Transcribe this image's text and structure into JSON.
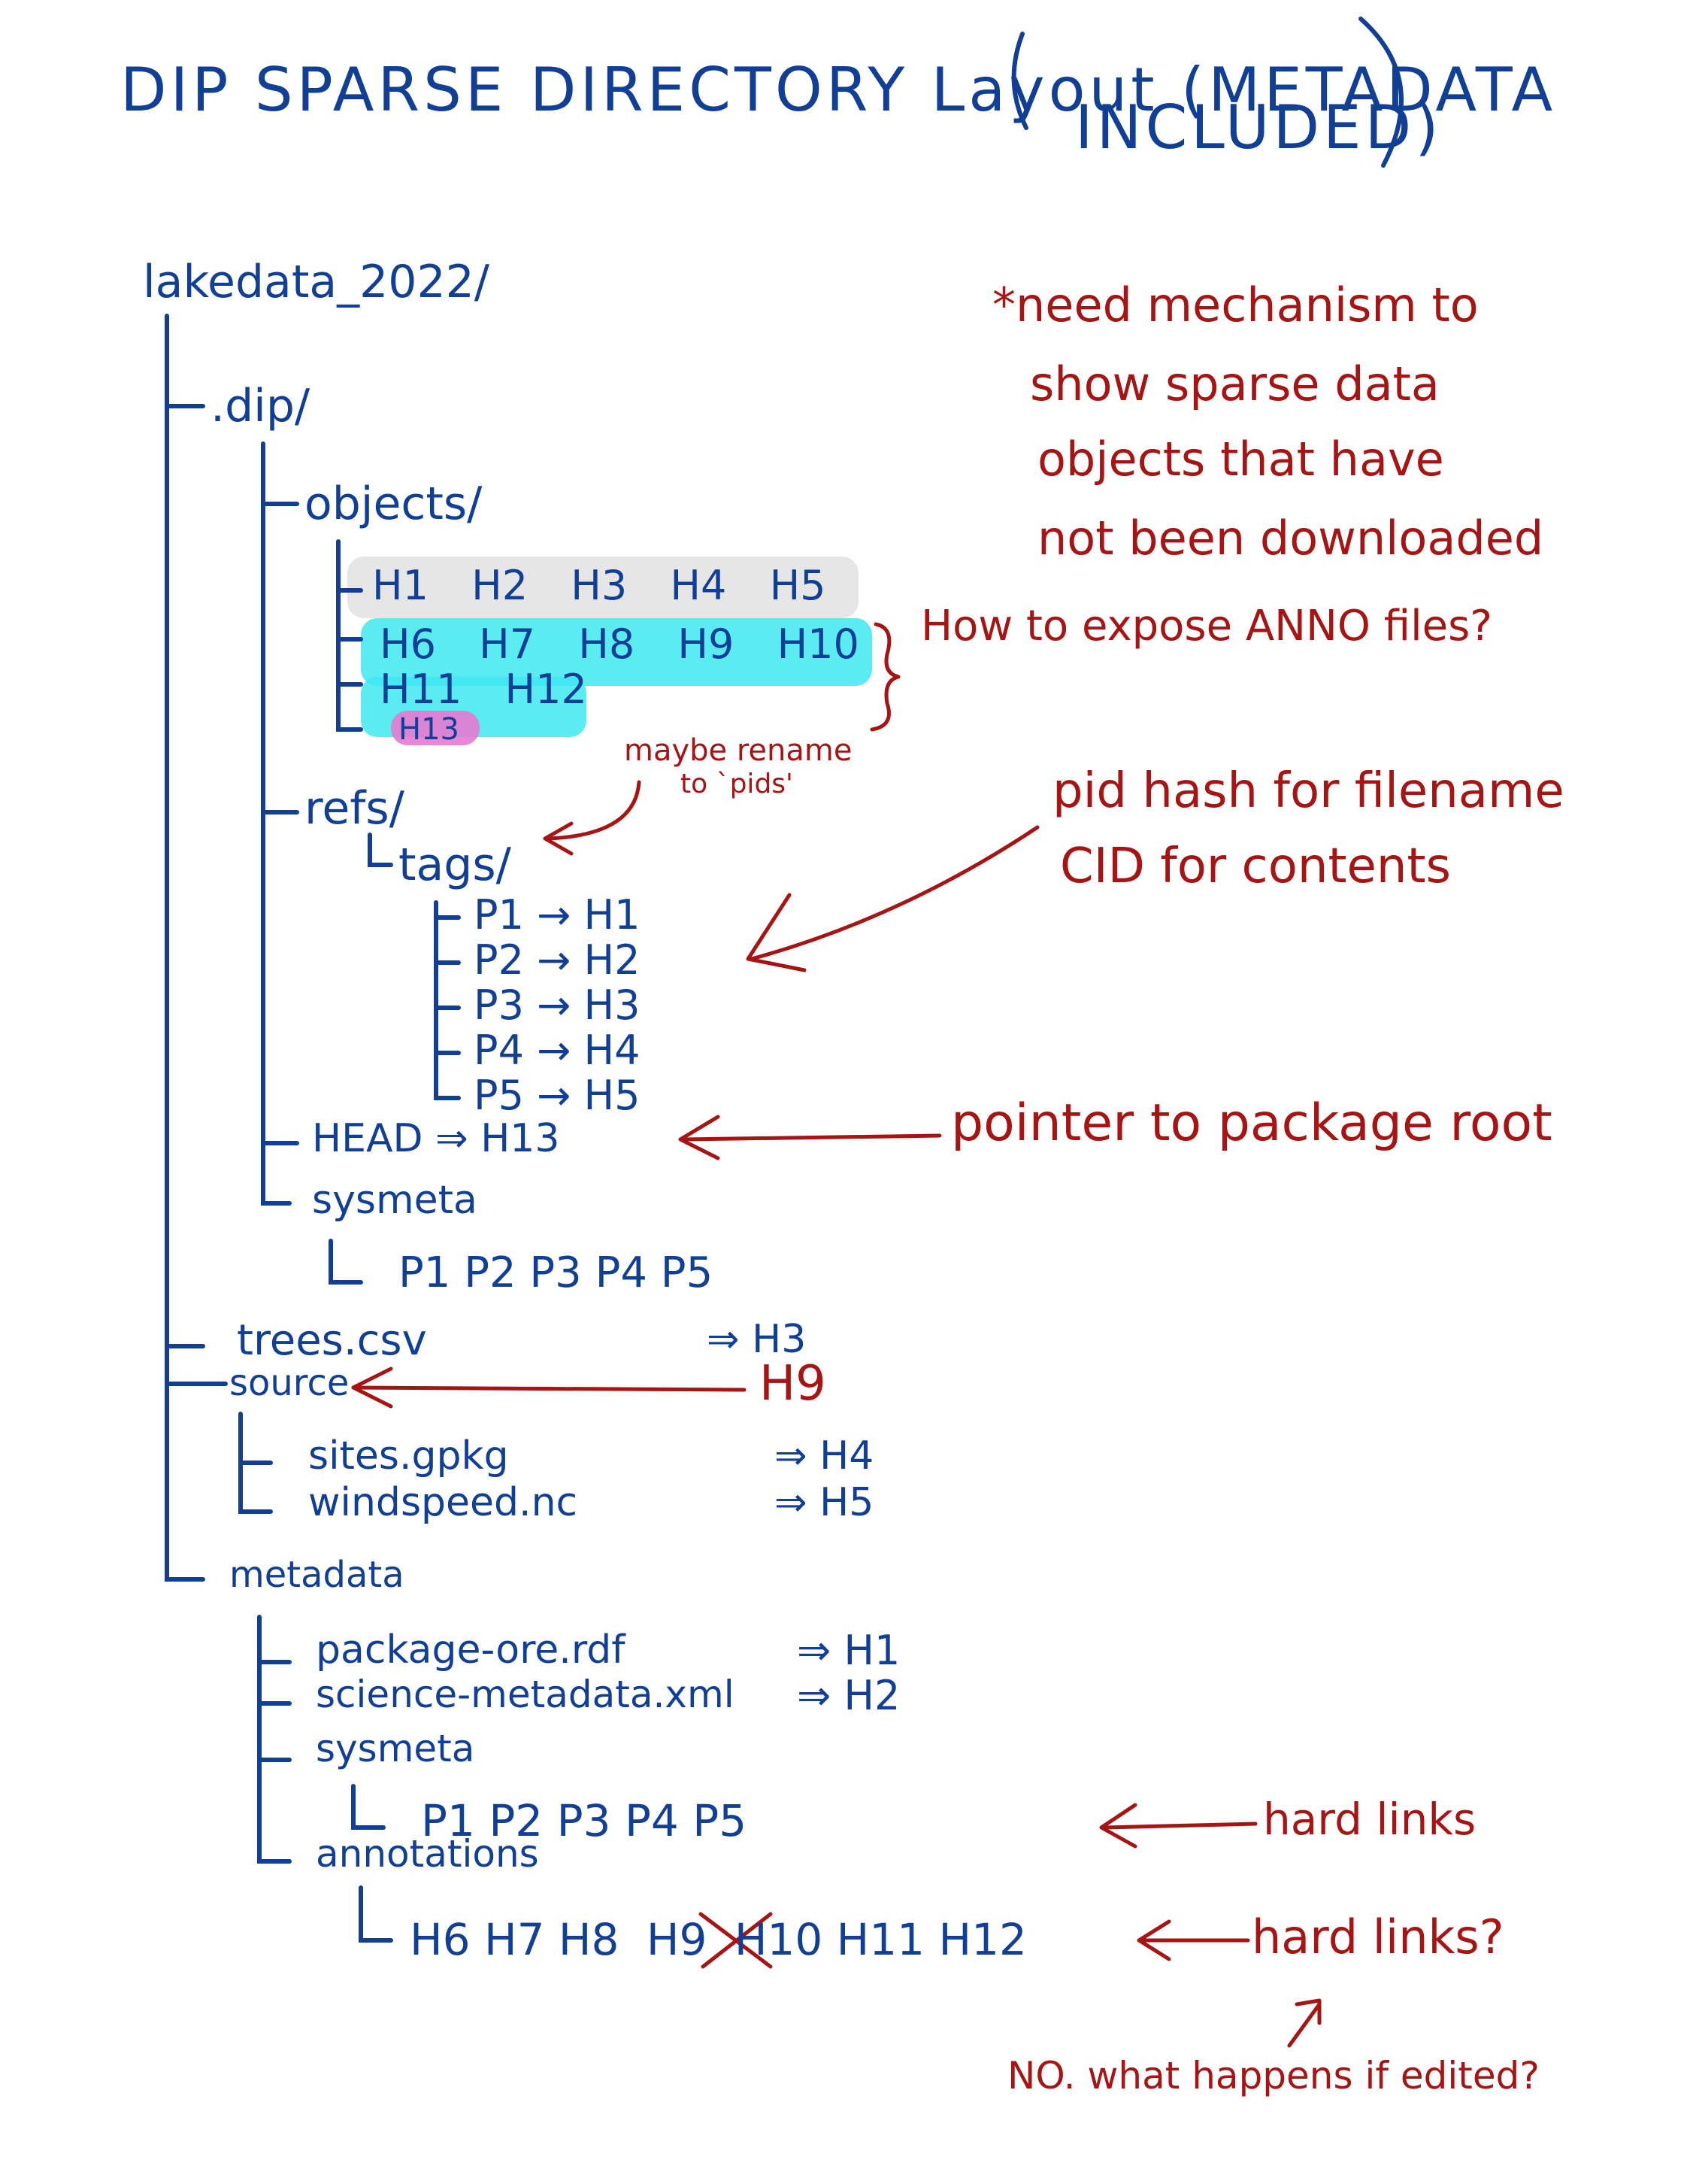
{
  "title": {
    "line1": "DIP SPARSE DIRECTORY Layout (METADATA",
    "line2": "INCLUDED)"
  },
  "colors": {
    "ink_blue": "#123f96",
    "ink_red": "#a61414",
    "hl_gray": "#e6e6e6",
    "hl_cyan": "#3ee9f0",
    "hl_pink": "#e77ad2"
  },
  "tree": {
    "root": "lakedata_2022/",
    "dip": ".dip/",
    "objects": "objects/",
    "objects_rows": [
      [
        "H1",
        "H2",
        "H3",
        "H4",
        "H5"
      ],
      [
        "H6",
        "H7",
        "H8",
        "H9",
        "H10"
      ],
      [
        "H11",
        "H12"
      ],
      [
        "H13"
      ]
    ],
    "refs": "refs/",
    "tags": "tags/",
    "tag_map": [
      "P1 → H1",
      "P2 → H2",
      "P3 → H3",
      "P4 → H4",
      "P5 → H5"
    ],
    "head": "HEAD ⇒ H13",
    "dip_sysmeta": "sysmeta",
    "dip_sysmeta_items": "P1  P2  P3  P4  P5",
    "trees": "trees.csv",
    "trees_target": "⇒ H3",
    "source": "source",
    "source_target": "H9",
    "sites": "sites.gpkg",
    "sites_target": "⇒ H4",
    "windspeed": "windspeed.nc",
    "windspeed_target": "⇒ H5",
    "metadata": "metadata",
    "package_ore": "package-ore.rdf",
    "package_ore_target": "⇒ H1",
    "science_metadata": "science-metadata.xml",
    "science_metadata_target": "⇒ H2",
    "md_sysmeta": "sysmeta",
    "md_sysmeta_items": "P1  P2  P3  P4  P5",
    "annotations": "annotations",
    "annotation_items_a": "H6  H7  H8",
    "annotation_items_struck": "H9",
    "annotation_items_b": "H10  H11  H12"
  },
  "notes": {
    "sparse_line1": "*need mechanism to",
    "sparse_line2": "show sparse data",
    "sparse_line3": "objects that have",
    "sparse_line4": "not been downloaded",
    "anno_files": "How to expose ANNO files?",
    "rename_line1": "maybe rename",
    "rename_line2": "to `pids'",
    "pid_line1": "pid hash for filename",
    "pid_line2": "CID for contents",
    "pointer": "pointer to package root",
    "hard_links": "hard links",
    "hard_links_q": "hard links?",
    "no_edit": "NO. what happens if edited?"
  }
}
